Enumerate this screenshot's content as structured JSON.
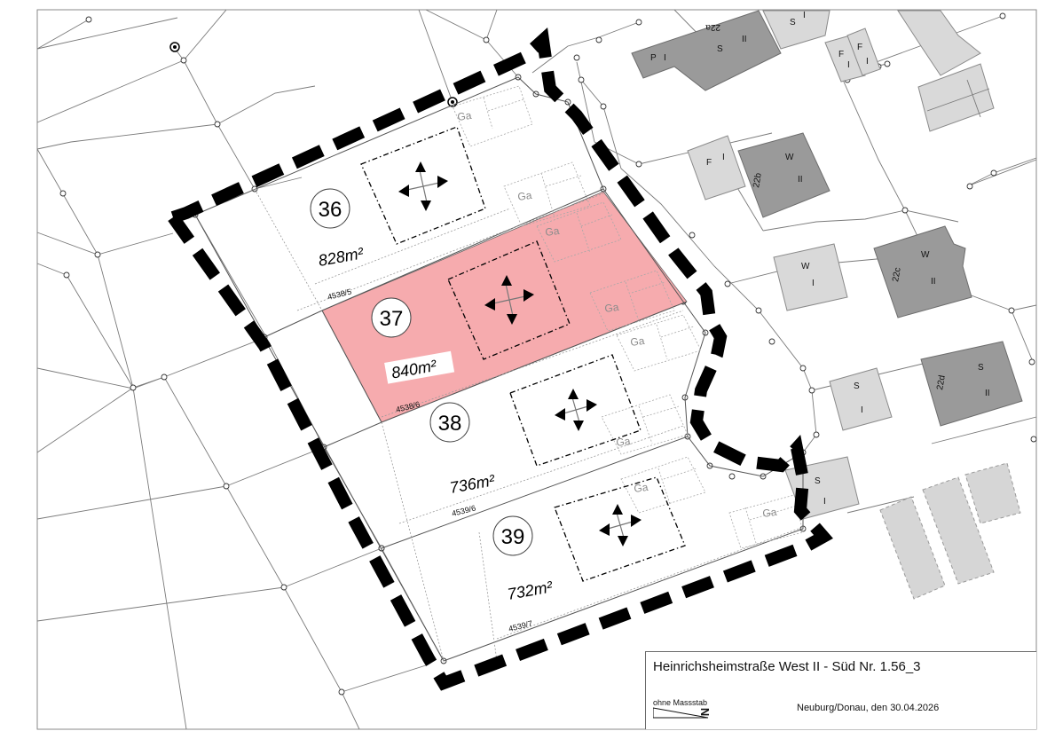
{
  "title_block": {
    "title": "Heinrichsheimstraße West II - Süd  Nr. 1.56_3",
    "scale_note": "ohne Massstab",
    "north_label": "N",
    "place_date": "Neuburg/Donau, den 30.04.2026"
  },
  "lots": [
    {
      "number": "36",
      "area": "828m²",
      "plot_id": "4538/5",
      "highlighted": false
    },
    {
      "number": "37",
      "area": "840m²",
      "plot_id": "4538/6",
      "highlighted": true
    },
    {
      "number": "38",
      "area": "736m²",
      "plot_id": "4539/6",
      "highlighted": false
    },
    {
      "number": "39",
      "area": "732m²",
      "plot_id": "4539/7",
      "highlighted": false
    }
  ],
  "garage_label": "Ga",
  "buildings": [
    {
      "house_number": "22a",
      "labels": [
        "P",
        "I",
        "S",
        "II"
      ]
    },
    {
      "house_number": "",
      "labels": [
        "S",
        "I"
      ]
    },
    {
      "house_number": "",
      "labels": [
        "F",
        "I"
      ]
    },
    {
      "house_number": "",
      "labels": [
        "F",
        "I"
      ]
    },
    {
      "house_number": "",
      "labels": [
        "F",
        "I"
      ]
    },
    {
      "house_number": "22b",
      "labels": [
        "W",
        "II"
      ]
    },
    {
      "house_number": "",
      "labels": [
        "W",
        "I"
      ]
    },
    {
      "house_number": "22c",
      "labels": [
        "W",
        "II"
      ]
    },
    {
      "house_number": "",
      "labels": [
        "S",
        "I"
      ]
    },
    {
      "house_number": "22d",
      "labels": [
        "S",
        "II"
      ]
    },
    {
      "house_number": "",
      "labels": [
        "S",
        "I"
      ]
    }
  ],
  "colors": {
    "highlight_fill": "#f6abae",
    "building_dark": "#9a9a9a",
    "building_light": "#d9d9d9",
    "boundary": "#000000"
  }
}
